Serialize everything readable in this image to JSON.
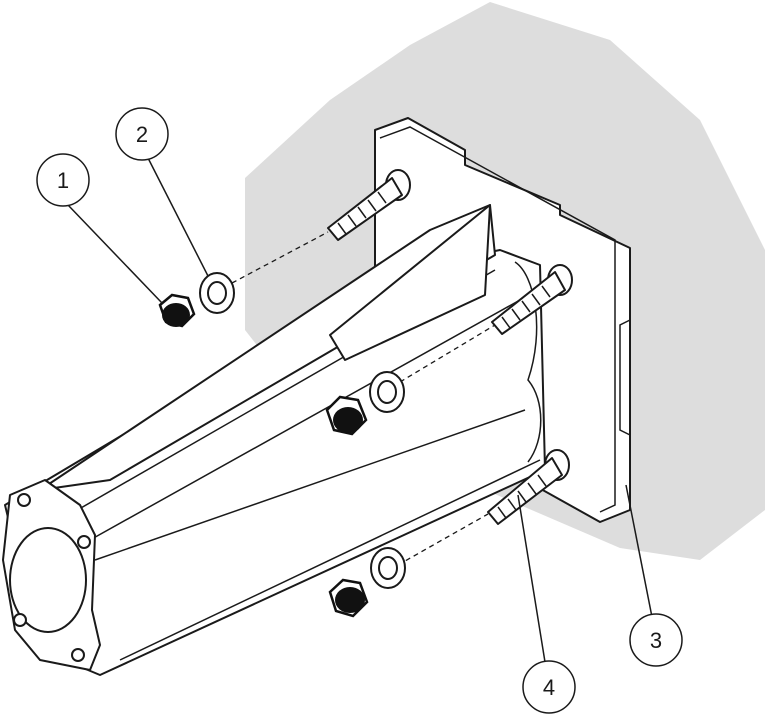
{
  "colors": {
    "background": "#ffffff",
    "wall": "#dddddd",
    "line": "#1a1a1a",
    "nut": "#111111"
  },
  "callouts": [
    {
      "id": "1",
      "label": "1"
    },
    {
      "id": "2",
      "label": "2"
    },
    {
      "id": "3",
      "label": "3"
    },
    {
      "id": "4",
      "label": "4"
    }
  ]
}
